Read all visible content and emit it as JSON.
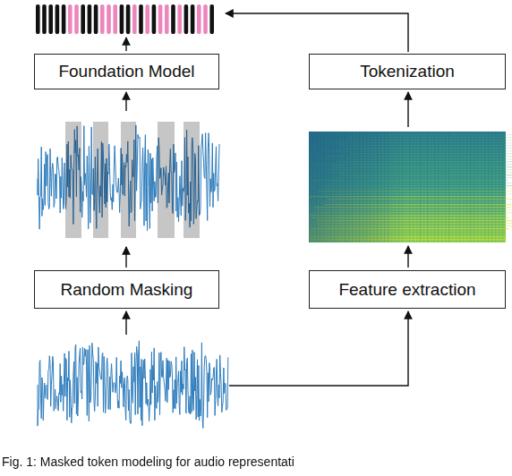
{
  "diagram": {
    "caption": "Fig. 1: Masked token modeling for audio representati",
    "nodes": [
      {
        "text": [
          "Foundation Model"
        ]
      },
      {
        "text": [
          "Tokenization"
        ]
      },
      {
        "text": [
          "Random Masking"
        ]
      },
      {
        "text": [
          "Feature extraction"
        ]
      }
    ]
  }
}
